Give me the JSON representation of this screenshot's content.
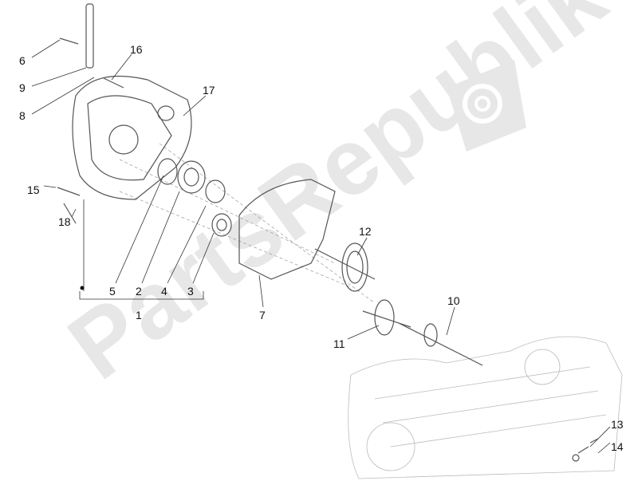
{
  "watermark": "PartsRepublik",
  "watermark_icon": "gear-icon",
  "callouts": {
    "p6": "6",
    "p9": "9",
    "p8": "8",
    "p16": "16",
    "p17": "17",
    "p15": "15",
    "p18": "18",
    "p5": "5",
    "p2": "2",
    "p4": "4",
    "p3": "3",
    "p1": "1",
    "p7": "7",
    "p12": "12",
    "p11": "11",
    "p10": "10",
    "p13": "13",
    "p14": "14"
  }
}
